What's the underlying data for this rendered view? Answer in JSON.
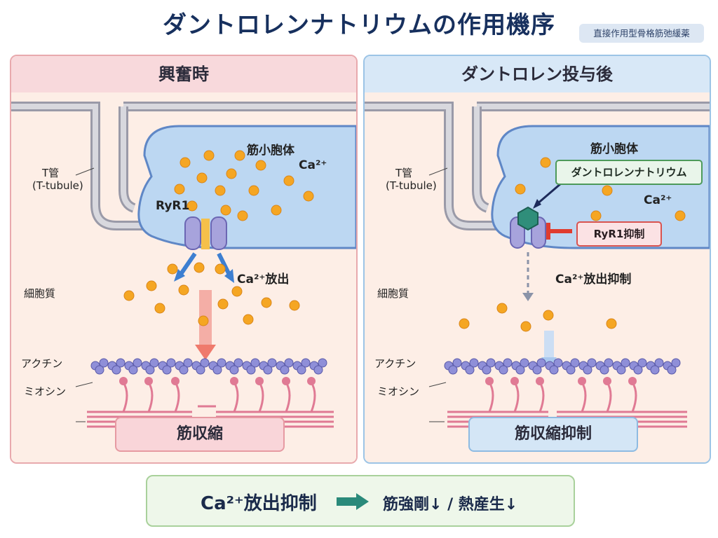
{
  "header": {
    "title": "ダントロレンナトリウムの作用機序",
    "tag": "直接作用型骨格筋弛緩薬"
  },
  "left_panel": {
    "heading": "興奮時",
    "t_tubule_label": "T管",
    "t_tubule_en": "(T-tubule)",
    "sr_label": "筋小胞体",
    "ca_label": "Ca²⁺",
    "ryr_label": "RyR1",
    "release_label": "Ca²⁺放出",
    "cytoplasm_label": "細胞質",
    "actin_label": "アクチン",
    "myosin_label": "ミオシン",
    "result": "筋収縮"
  },
  "right_panel": {
    "heading": "ダントロレン投与後",
    "t_tubule_label": "T管",
    "t_tubule_en": "(T-tubule)",
    "sr_label": "筋小胞体",
    "drug_label": "ダントロレンナトリウム",
    "ca_label": "Ca²⁺",
    "inhibit_label": "RyR1抑制",
    "release_label": "Ca²⁺放出抑制",
    "cytoplasm_label": "細胞質",
    "actin_label": "アクチン",
    "myosin_label": "ミオシン",
    "result": "筋収縮抑制"
  },
  "summary": {
    "cause": "Ca²⁺放出抑制",
    "effect": "筋強剛↓ / 熱産生↓"
  },
  "colors": {
    "left_border": "#e8a9ad",
    "right_border": "#9cc4e6",
    "calcium": "#f5a623",
    "sr_fill": "#bcd7f2",
    "actin": "#8f8fd8",
    "myosin": "#e07a94"
  }
}
